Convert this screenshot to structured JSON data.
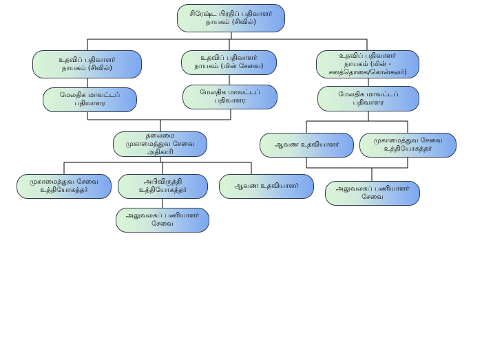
{
  "chart": {
    "nodes": [
      {
        "id": "root",
        "name": "node-chief-registrar-general",
        "lines": [
          "சிரேஷ்ட பிரதிப் பதிவாளர்",
          "நாயகம் (சிவில்)"
        ]
      },
      {
        "id": "asst1",
        "name": "node-asst-registrar-civil",
        "lines": [
          "உதவிப் பதிவாளர்",
          "நாயகம் (சிவில்)"
        ]
      },
      {
        "id": "asst2",
        "name": "node-asst-registrar-eservice",
        "lines": [
          "உதவிப் பதிவாளர்",
          "நாயகம் (மின் சேவை)"
        ]
      },
      {
        "id": "asst3",
        "name": "node-asst-registrar-census",
        "lines": [
          "உதவிப் பதிவாளர்",
          "நாயகம் (மின் -",
          "சனத்தொகை/கொன்சுலர்)"
        ]
      },
      {
        "id": "dist1",
        "name": "node-additional-district-registrar-1",
        "lines": [
          "மேலதிக மாவட்டப்",
          "பதிவாளர"
        ]
      },
      {
        "id": "dist2",
        "name": "node-additional-district-registrar-2",
        "lines": [
          "மேலதிக மாவட்டப்",
          "பதிவாளர"
        ]
      },
      {
        "id": "dist3",
        "name": "node-additional-district-registrar-3",
        "lines": [
          "மேலதிக மாவட்டப்",
          "பதிவாளர"
        ]
      },
      {
        "id": "chief",
        "name": "node-chief-management-officer",
        "lines": [
          "தலைமை",
          "முகாமைத்துவ சேவை",
          "அதிகாரி"
        ]
      },
      {
        "id": "rec1",
        "name": "node-records-assistant-1",
        "lines": [
          "ஆவண உதவியாளர்"
        ]
      },
      {
        "id": "mgmt1",
        "name": "node-management-service-officer-1",
        "lines": [
          "முகாமைத்துவ சேவை",
          "உத்தியோகத்தர்"
        ]
      },
      {
        "id": "mgmt2",
        "name": "node-management-service-officer-2",
        "lines": [
          "முகாமைத்துவ சேவை",
          "உத்தியோகத்தர்"
        ]
      },
      {
        "id": "dev",
        "name": "node-development-officer",
        "lines": [
          "அபிவிருத்தி",
          "உத்தியோகத்தர்"
        ]
      },
      {
        "id": "rec2",
        "name": "node-records-assistant-2",
        "lines": [
          "ஆவண உதவியாளர்"
        ]
      },
      {
        "id": "office1",
        "name": "node-office-staff-1",
        "lines": [
          "அலுவலகப் பணியாளர்",
          "சேவை"
        ]
      },
      {
        "id": "office2",
        "name": "node-office-staff-2",
        "lines": [
          "அலுவலகப் பணியாளர்",
          "சேவை"
        ]
      }
    ]
  }
}
